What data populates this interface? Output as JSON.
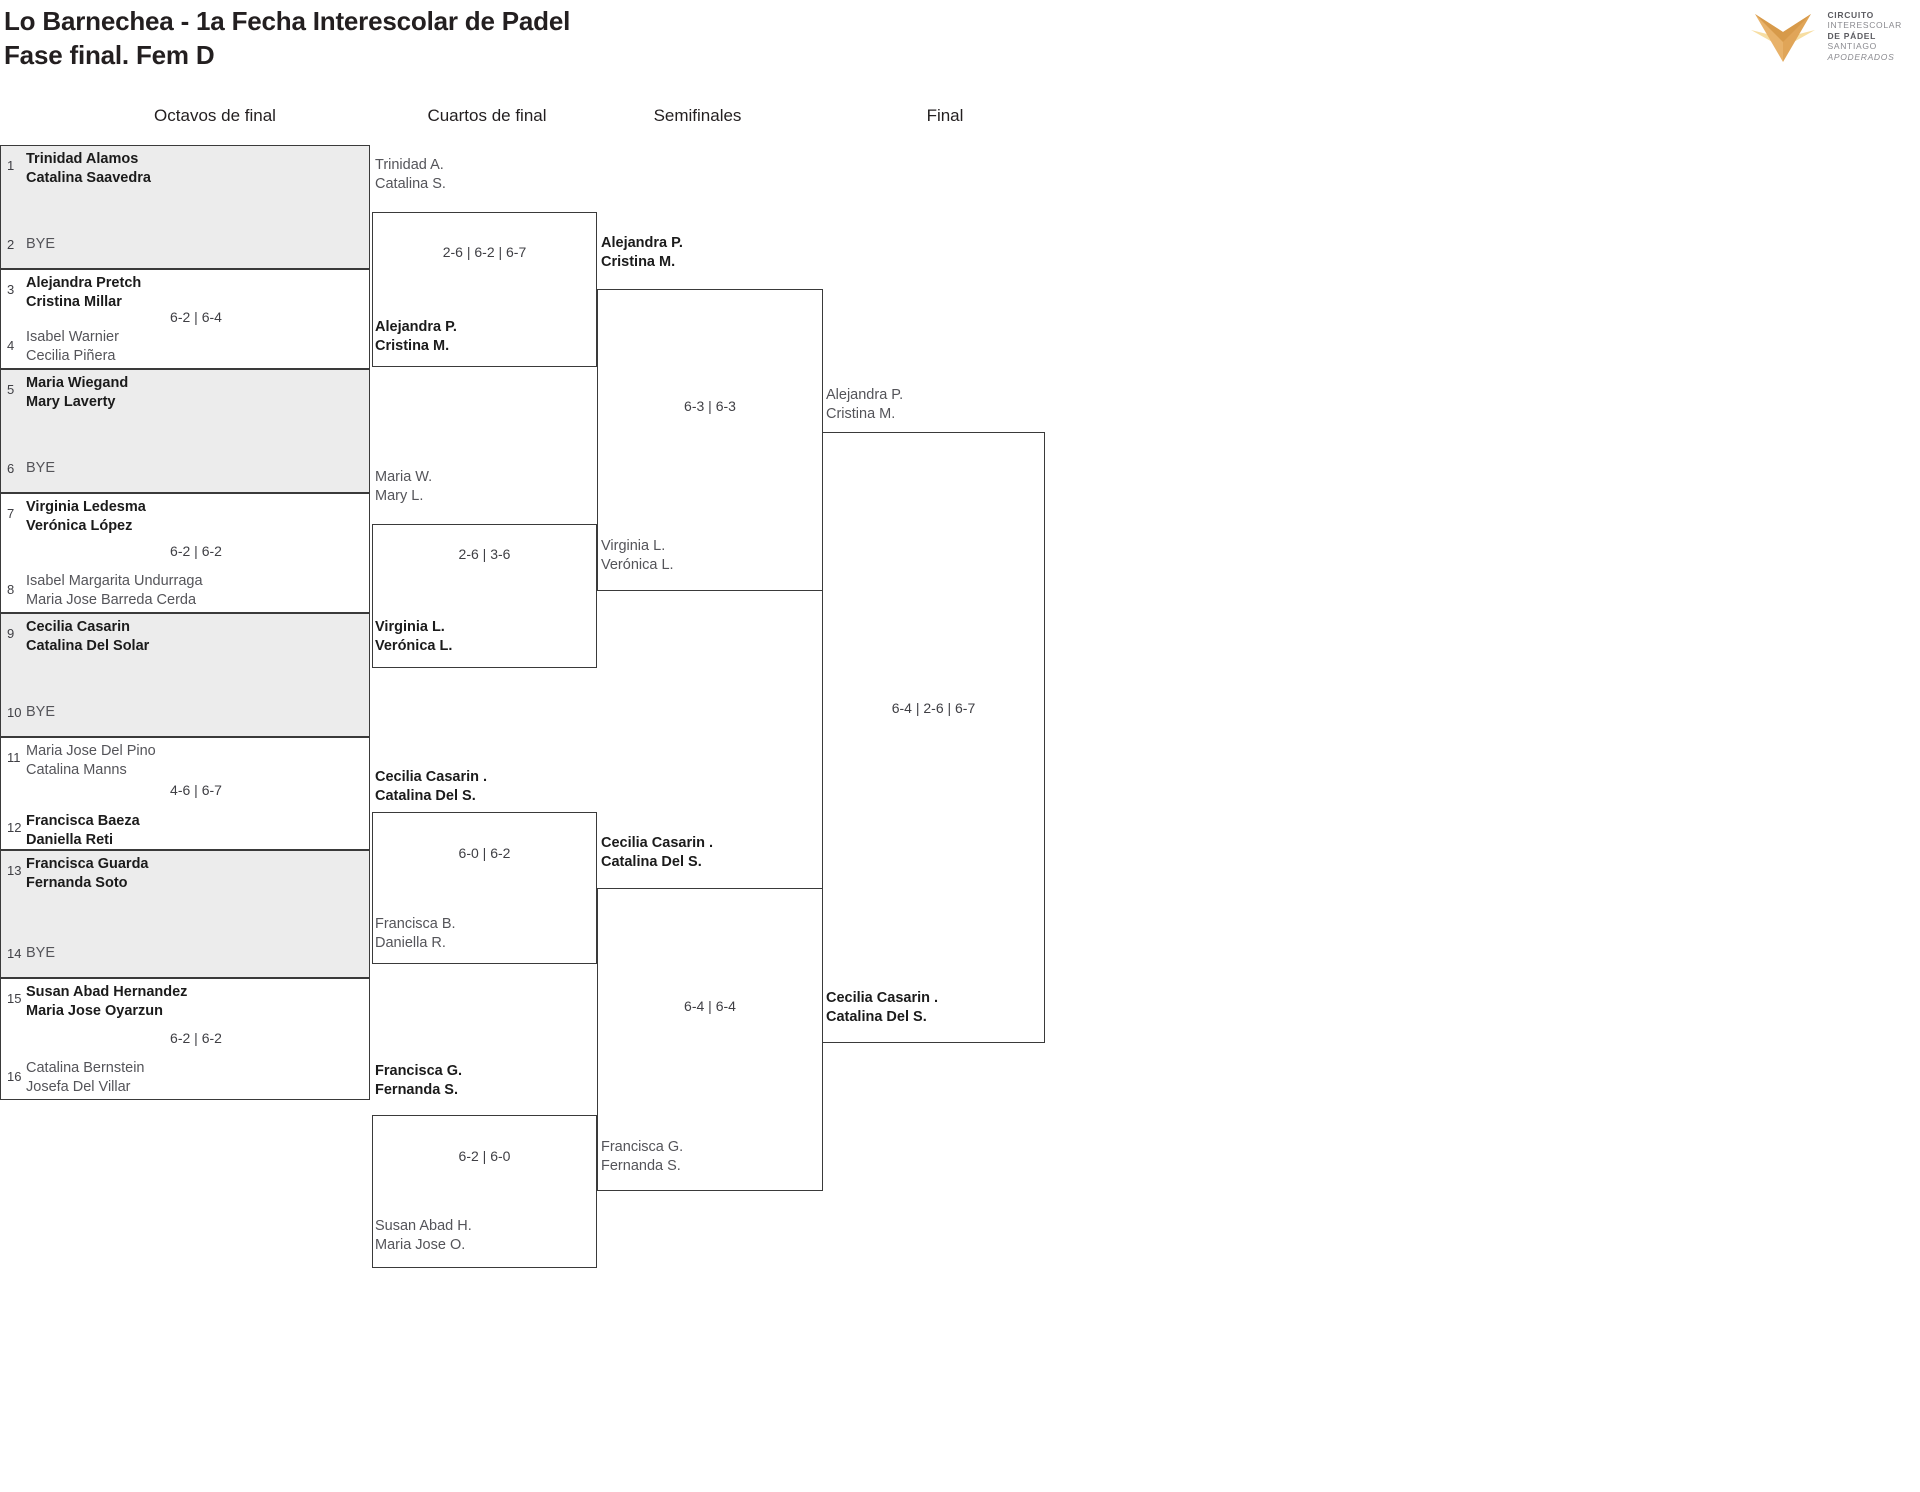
{
  "header": {
    "title": "Lo Barnechea - 1a Fecha Interescolar de Padel\nFase final. Fem D",
    "logo": {
      "line1": "CIRCUITO",
      "line2": "INTERESCOLAR",
      "line3": "DE PÁDEL",
      "line4": "SANTIAGO",
      "line5": "APODERADOS",
      "color_dark": "#d79a4a",
      "color_mid": "#e8b26a",
      "color_light": "#f7dea2"
    }
  },
  "rounds": [
    {
      "label": "Octavos de final"
    },
    {
      "label": "Cuartos de final"
    },
    {
      "label": "Semifinales"
    },
    {
      "label": "Final"
    }
  ],
  "round1": [
    {
      "seedTop": "1",
      "top": "Trinidad Alamos\nCatalina Saavedra",
      "topState": "win",
      "seedBot": "2",
      "bottom": "BYE",
      "botState": "bye",
      "score": ""
    },
    {
      "seedTop": "3",
      "top": "Alejandra Pretch\nCristina Millar",
      "topState": "win",
      "seedBot": "4",
      "bottom": "Isabel Warnier\nCecilia Piñera",
      "botState": "lose",
      "score": "6-2 | 6-4"
    },
    {
      "seedTop": "5",
      "top": "Maria Wiegand\nMary Laverty",
      "topState": "win",
      "seedBot": "6",
      "bottom": "BYE",
      "botState": "bye",
      "score": ""
    },
    {
      "seedTop": "7",
      "top": "Virginia Ledesma\nVerónica López",
      "topState": "win",
      "seedBot": "8",
      "bottom": "Isabel Margarita Undurraga\nMaria Jose Barreda Cerda",
      "botState": "lose",
      "score": "6-2 | 6-2"
    },
    {
      "seedTop": "9",
      "top": "Cecilia Casarin\nCatalina Del Solar",
      "topState": "win",
      "seedBot": "10",
      "bottom": "BYE",
      "botState": "bye",
      "score": ""
    },
    {
      "seedTop": "11",
      "top": "Maria Jose Del Pino\nCatalina Manns",
      "topState": "lose",
      "seedBot": "12",
      "bottom": "Francisca Baeza\nDaniella Reti",
      "botState": "win",
      "score": "4-6 | 6-7"
    },
    {
      "seedTop": "13",
      "top": "Francisca Guarda\nFernanda Soto",
      "topState": "win",
      "seedBot": "14",
      "bottom": "BYE",
      "botState": "bye",
      "score": ""
    },
    {
      "seedTop": "15",
      "top": "Susan Abad Hernandez\nMaria Jose Oyarzun",
      "topState": "win",
      "seedBot": "16",
      "bottom": "Catalina Bernstein\nJosefa Del Villar",
      "botState": "lose",
      "score": "6-2 | 6-2"
    }
  ],
  "round2": [
    {
      "top": "Trinidad A.\nCatalina S.",
      "topState": "lose",
      "bottom": "Alejandra P.\nCristina M.",
      "botState": "win",
      "score": "2-6 | 6-2 | 6-7"
    },
    {
      "top": "Maria W.\nMary L.",
      "topState": "lose",
      "bottom": "Virginia L.\nVerónica L.",
      "botState": "win",
      "score": "2-6 | 3-6"
    },
    {
      "top": "Cecilia Casarin .\nCatalina Del S.",
      "topState": "win",
      "bottom": "Francisca B.\nDaniella R.",
      "botState": "lose",
      "score": "6-0 | 6-2"
    },
    {
      "top": "Francisca G.\nFernanda S.",
      "topState": "win",
      "bottom": "Susan Abad H.\nMaria Jose O.",
      "botState": "lose",
      "score": "6-2 | 6-0"
    }
  ],
  "round3": [
    {
      "top": "Alejandra P.\nCristina M.",
      "topState": "win",
      "bottom": "Virginia L.\nVerónica L.",
      "botState": "lose",
      "score": "6-3 | 6-3"
    },
    {
      "top": "Cecilia Casarin .\nCatalina Del S.",
      "topState": "win",
      "bottom": "Francisca G.\nFernanda S.",
      "botState": "lose",
      "score": "6-4 | 6-4"
    }
  ],
  "round4": [
    {
      "top": "Alejandra P.\nCristina M.",
      "topState": "lose",
      "bottom": "Cecilia Casarin .\nCatalina Del S.",
      "botState": "win",
      "score": "6-4 | 2-6 | 6-7"
    }
  ]
}
